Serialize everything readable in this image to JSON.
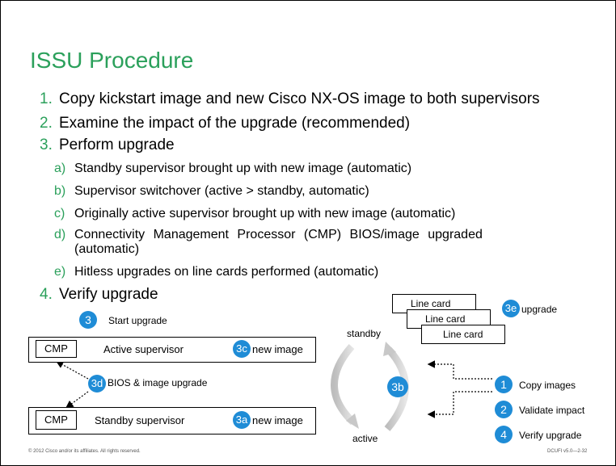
{
  "title": "ISSU Procedure",
  "steps": [
    {
      "num": "1.",
      "text": "Copy kickstart image and new Cisco NX-OS image to both supervisors"
    },
    {
      "num": "2.",
      "text": "Examine the impact of the upgrade (recommended)"
    },
    {
      "num": "3.",
      "text": "Perform upgrade"
    },
    {
      "num": "4.",
      "text": "Verify upgrade"
    }
  ],
  "substeps": [
    {
      "num": "a)",
      "text": "Standby supervisor brought up with new image (automatic)"
    },
    {
      "num": "b)",
      "text": "Supervisor switchover (active > standby, automatic)"
    },
    {
      "num": "c)",
      "text": "Originally active supervisor brought up with new image (automatic)"
    },
    {
      "num": "d)",
      "text": "Connectivity Management Processor (CMP) BIOS/image upgraded (automatic)"
    },
    {
      "num": "e)",
      "text": "Hitless upgrades on line cards performed (automatic)"
    }
  ],
  "diagram": {
    "start_badge": "3",
    "start_label": "Start upgrade",
    "active_cmp": "CMP",
    "active_label": "Active supervisor",
    "badge_3c": "3c",
    "new_image_active": "new image",
    "badge_3d": "3d",
    "bios_label": "BIOS & image upgrade",
    "standby_cmp": "CMP",
    "standby_label": "Standby supervisor",
    "badge_3a": "3a",
    "new_image_standby": "new image",
    "standby_word": "standby",
    "active_word": "active",
    "badge_3b": "3b",
    "line_cards": [
      "Line card",
      "Line card",
      "Line card"
    ],
    "badge_3e": "3e",
    "upgrade_label": "upgrade",
    "legend": [
      {
        "num": "1",
        "text": "Copy images"
      },
      {
        "num": "2",
        "text": "Validate impact"
      },
      {
        "num": "4",
        "text": "Verify upgrade"
      }
    ]
  },
  "footer": {
    "left": "© 2012 Cisco and/or its affiliates. All rights reserved.",
    "right": "DCUFI v5.0—2-32"
  },
  "colors": {
    "accent_green": "#2ba05b",
    "badge_blue": "#1f8cd6"
  }
}
